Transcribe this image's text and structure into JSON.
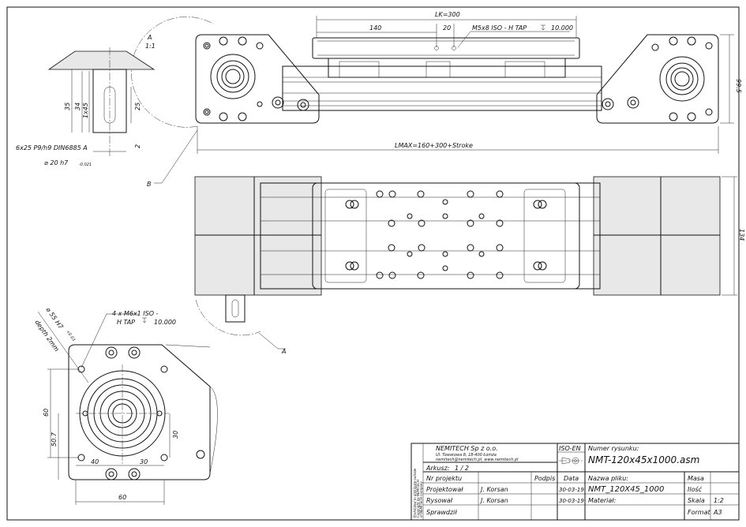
{
  "dims": {
    "lk": "LK=300",
    "d140": "140",
    "d20": "20",
    "thread_top": "M5x8 ISO - H TAP",
    "thread_top_depth": "10.000",
    "d99_5": "99.5",
    "lmax": "LMAX=160+300+Stroke",
    "d134": "134",
    "d35": "35",
    "d34": "34",
    "d1x45": "1x45",
    "d25": "25",
    "d2": "2",
    "key": "6x25 P9/h9 DIN6885 A",
    "shaft": "20 h7",
    "shaft_tol": "-0.021",
    "bore": "55 H7",
    "bore_tol": "+0.03",
    "bore_depth": "depth 2mm",
    "thread_side": "4 x M6x1 ISO -",
    "thread_side2": "H TAP",
    "thread_side_depth": "10.000",
    "d60v": "60",
    "d50_7": "50.7",
    "d30v": "30",
    "d40": "40",
    "d30h": "30",
    "d60h": "60"
  },
  "views": {
    "detail_a_title": "A",
    "detail_a_scale": "1:1",
    "label_b": "B",
    "label_a": "A"
  },
  "title_block": {
    "company": "NEMITECH Sp z o.o.",
    "address": "Ul. Towarowa 8, 18-400 Łomża",
    "contact": "nemitech@nemitech.pl, www.nemitech.pl",
    "sheet_label": "Arkusz:",
    "sheet_value": "1 / 2",
    "iso": "ISO-EN",
    "drawing_no_label": "Numer rysunku:",
    "drawing_no": "NMT-120x45x1000.asm",
    "project_no_label": "Nr projektu",
    "signature_label": "Podpis",
    "date_label": "Data",
    "filename_label": "Nazwa pliku:",
    "filename": "NMT_120X45_1000",
    "mass_label": "Masa",
    "designed_label": "Projektował",
    "designed_by": "J. Korsan",
    "designed_date": "30-03-19",
    "drawn_label": "Rysował",
    "drawn_by": "J. Korsan",
    "drawn_date": "30-03-19",
    "material_label": "Materiał:",
    "qty_label": "Ilość",
    "checked_label": "Sprawdził",
    "scale_label": "Skala",
    "scale": "1:2",
    "format_label": "Format",
    "format": "A3",
    "copyright1": "Copyright by NEMITECH",
    "copyright2": "Prohibited to distribute outside",
    "copyright3": "of NEMITECH company"
  }
}
